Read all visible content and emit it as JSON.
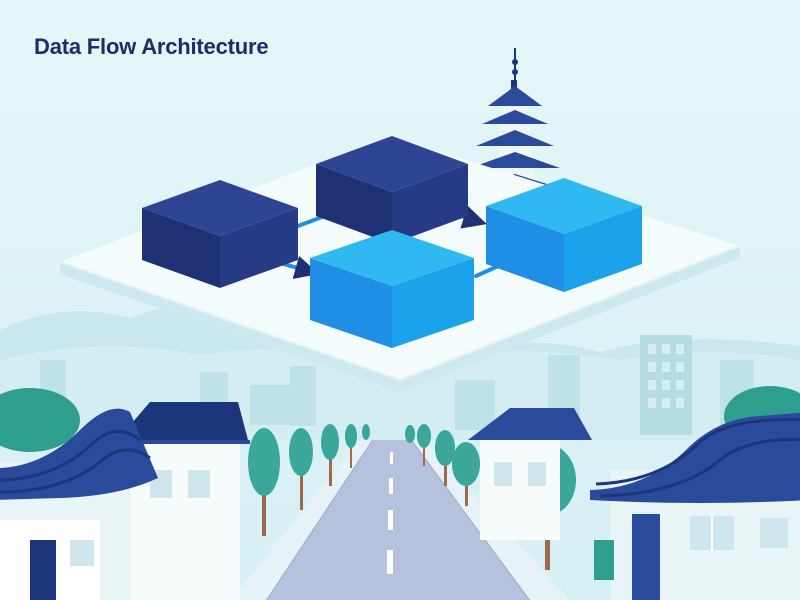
{
  "title": "Data Flow Architecture",
  "colors": {
    "title": "#1b2d6b",
    "sky_top": "#e6f6f8",
    "sky_bottom": "#d3eef2",
    "platform_top": "#f4fbfd",
    "platform_side": "#cde8ef",
    "block_navy_top": "#2f4594",
    "block_navy_left": "#1f3074",
    "block_navy_right": "#263a85",
    "block_cyan_top": "#30b8f0",
    "block_cyan_left": "#1f8ee4",
    "block_cyan_right": "#1aa2ea",
    "arrow": "#1f8ee4",
    "arrow_head": "#1f3074",
    "roof": "#2a4a9c",
    "roof_dark": "#1d357a",
    "tree": "#3aa79a",
    "trunk": "#9c6b4d",
    "road": "#b6c2dd",
    "road_line": "#ffffff"
  },
  "diagram": {
    "nodes": [
      {
        "name": "node-navy-left",
        "style": "navy"
      },
      {
        "name": "node-navy-top",
        "style": "navy"
      },
      {
        "name": "node-cyan-bottom",
        "style": "cyan"
      },
      {
        "name": "node-cyan-right",
        "style": "cyan"
      }
    ],
    "edges": [
      {
        "from": "node-navy-left",
        "to": "node-navy-top"
      },
      {
        "from": "node-navy-left",
        "to": "node-cyan-bottom"
      },
      {
        "from": "node-cyan-bottom",
        "to": "node-cyan-right"
      },
      {
        "from": "node-navy-top",
        "to": "node-cyan-right"
      }
    ]
  }
}
